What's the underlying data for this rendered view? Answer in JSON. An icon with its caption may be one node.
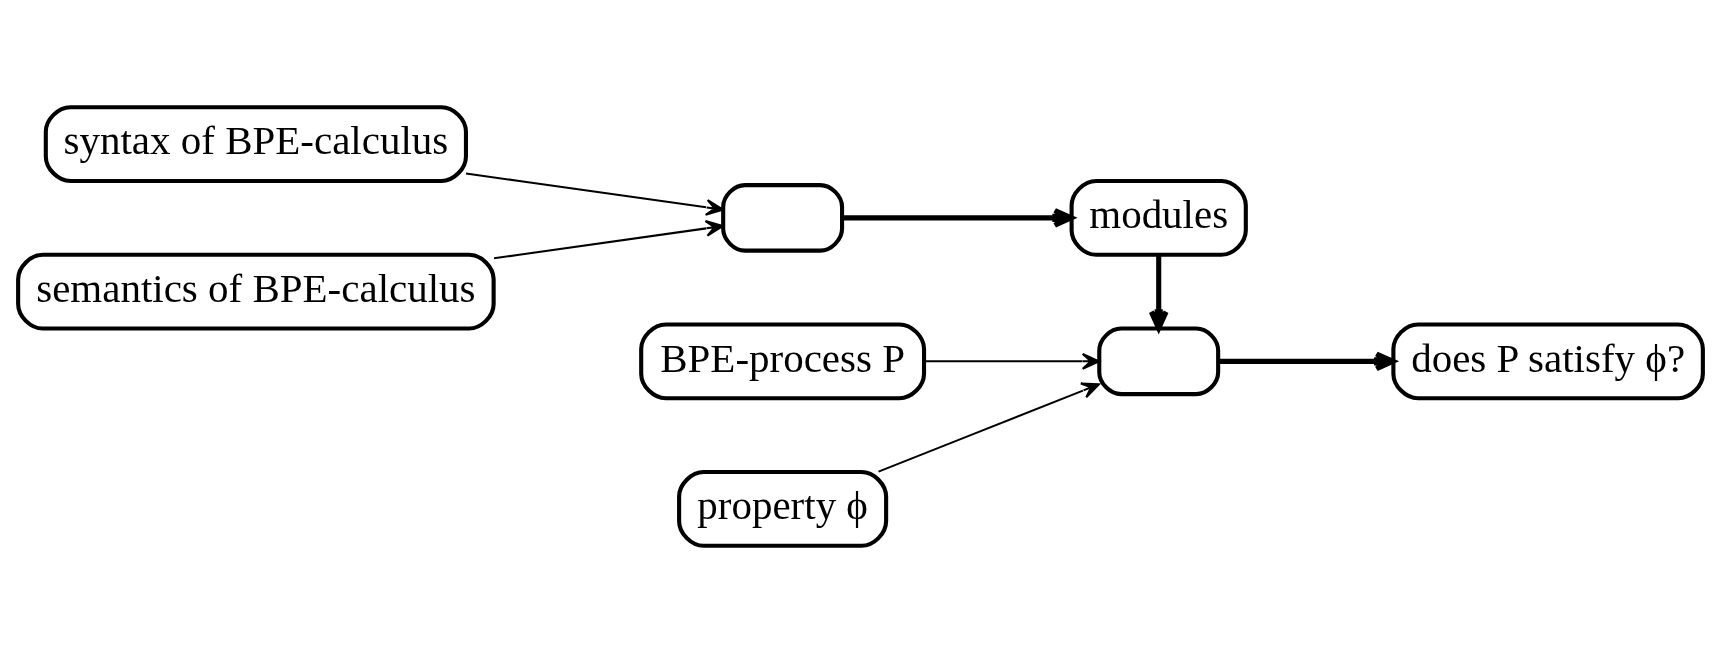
{
  "diagram": {
    "nodes": [
      {
        "text": [
          "syntax of BPE-calculus"
        ]
      },
      {
        "text": [
          "semantics of BPE-calculus"
        ]
      },
      {
        "text": [],
        "shape": "box"
      },
      {
        "text": [
          "modules"
        ]
      },
      {
        "text": [
          "BPE-process P"
        ]
      },
      {
        "text": [],
        "shape": "box"
      },
      {
        "text": [
          "property ϕ"
        ]
      },
      {
        "text": [
          "does P satisfy ϕ?"
        ]
      }
    ],
    "edges": [
      {
        "from": 0,
        "to": 2,
        "arrow": "to"
      },
      {
        "from": 1,
        "to": 2,
        "arrow": "to"
      },
      {
        "from": 2,
        "to": 3,
        "arrow": "to",
        "style": "thick"
      },
      {
        "from": 3,
        "to": 5,
        "arrow": "to",
        "style": "thick"
      },
      {
        "from": 4,
        "to": 5,
        "arrow": "to"
      },
      {
        "from": 6,
        "to": 5,
        "arrow": "to"
      },
      {
        "from": 5,
        "to": 7,
        "arrow": "to",
        "style": "thick"
      }
    ]
  }
}
